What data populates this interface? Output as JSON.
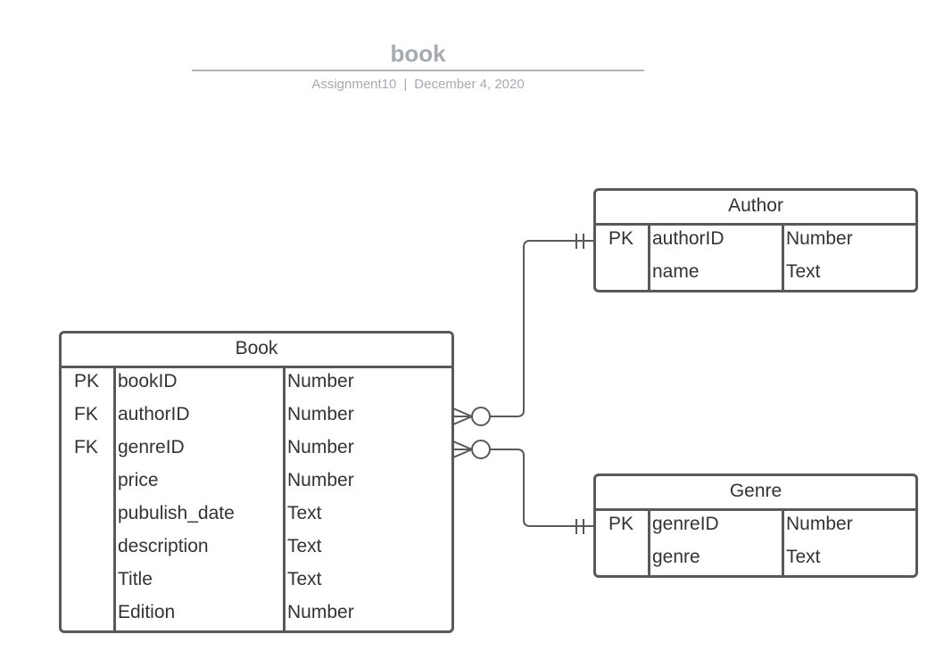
{
  "header": {
    "title": "book",
    "project": "Assignment10",
    "separator": "|",
    "date": "December 4, 2020"
  },
  "entities": {
    "book": {
      "name": "Book",
      "rows": [
        {
          "key": "PK",
          "field": "bookID",
          "type": "Number"
        },
        {
          "key": "FK",
          "field": "authorID",
          "type": "Number"
        },
        {
          "key": "FK",
          "field": "genreID",
          "type": "Number"
        },
        {
          "key": "",
          "field": "price",
          "type": "Number"
        },
        {
          "key": "",
          "field": "pubulish_date",
          "type": "Text"
        },
        {
          "key": "",
          "field": "description",
          "type": "Text"
        },
        {
          "key": "",
          "field": "Title",
          "type": "Text"
        },
        {
          "key": "",
          "field": "Edition",
          "type": "Number"
        }
      ]
    },
    "author": {
      "name": "Author",
      "rows": [
        {
          "key": "PK",
          "field": "authorID",
          "type": "Number"
        },
        {
          "key": "",
          "field": "name",
          "type": "Text"
        }
      ]
    },
    "genre": {
      "name": "Genre",
      "rows": [
        {
          "key": "PK",
          "field": "genreID",
          "type": "Number"
        },
        {
          "key": "",
          "field": "genre",
          "type": "Text"
        }
      ]
    }
  },
  "relationships": [
    {
      "from": "Book.authorID",
      "to": "Author.authorID",
      "from_cardinality": "zero-or-many",
      "to_cardinality": "exactly-one"
    },
    {
      "from": "Book.genreID",
      "to": "Genre.genreID",
      "from_cardinality": "zero-or-many",
      "to_cardinality": "exactly-one"
    }
  ],
  "colors": {
    "line": "#595959",
    "text": "#333333",
    "title": "#a6aab1"
  }
}
